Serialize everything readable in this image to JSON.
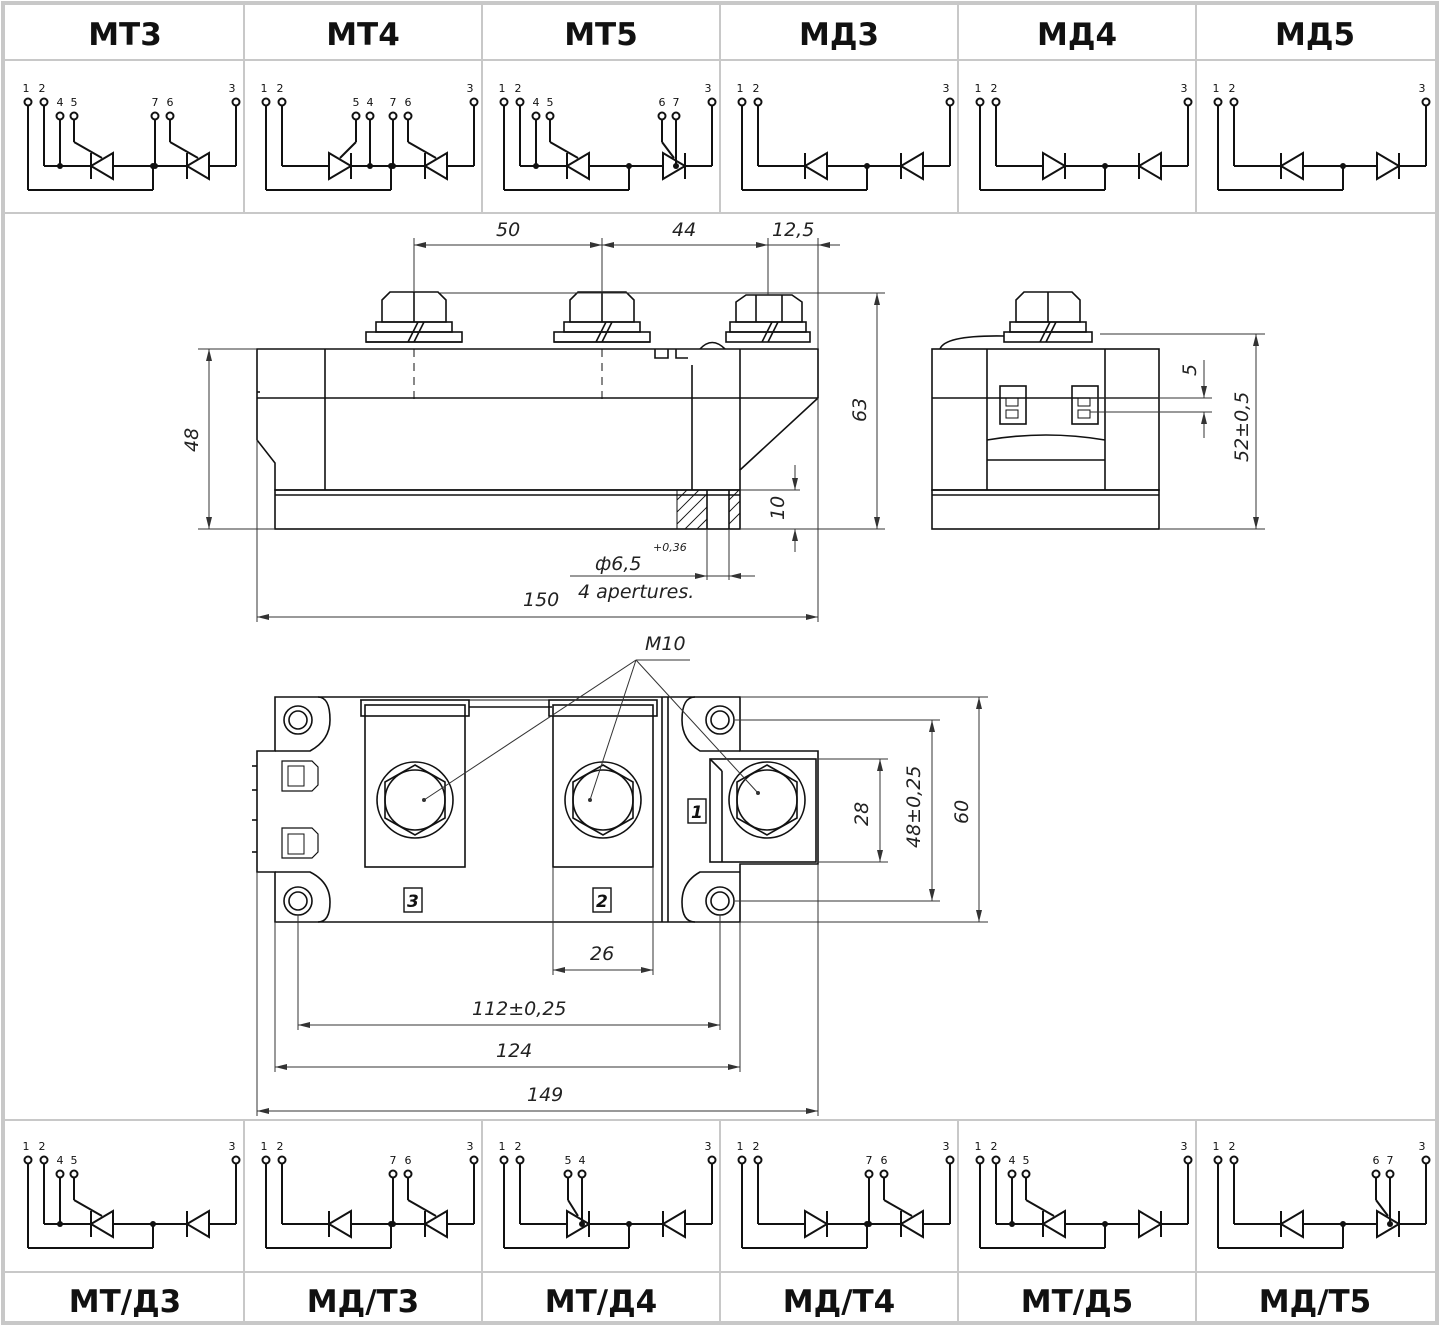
{
  "colors": {
    "frame": "#c8c8c8",
    "ink": "#111111",
    "dim_ink": "#333333"
  },
  "top_variants": [
    {
      "label": "МТ3",
      "scheme": "MT3"
    },
    {
      "label": "МТ4",
      "scheme": "MT4"
    },
    {
      "label": "МТ5",
      "scheme": "MT5"
    },
    {
      "label": "МД3",
      "scheme": "MD3"
    },
    {
      "label": "МД4",
      "scheme": "MD4"
    },
    {
      "label": "МД5",
      "scheme": "MD5"
    }
  ],
  "bottom_variants": [
    {
      "label": "МТ/Д3",
      "scheme": "MTD3"
    },
    {
      "label": "МД/Т3",
      "scheme": "MDT3"
    },
    {
      "label": "МТ/Д4",
      "scheme": "MTD4"
    },
    {
      "label": "МД/Т4",
      "scheme": "MDT4"
    },
    {
      "label": "МТ/Д5",
      "scheme": "MTD5"
    },
    {
      "label": "МД/Т5",
      "scheme": "MDT5"
    }
  ],
  "pins": {
    "p1": "1",
    "p2": "2",
    "p3": "3",
    "p4": "4",
    "p5": "5",
    "p6": "6",
    "p7": "7"
  },
  "dimensions": {
    "front": {
      "d50": "50",
      "d44": "44",
      "d12_5": "12,5",
      "d63": "63",
      "d48": "48",
      "d10": "10",
      "hole": "ф6,5",
      "hole_tol": "+0,36",
      "apertures": "4 apertures.",
      "d150": "150"
    },
    "side": {
      "d5": "5",
      "d52": "52±0,5"
    },
    "top": {
      "thread": "M10",
      "d28": "28",
      "d48t": "48±0,25",
      "d60": "60",
      "d26": "26",
      "d112": "112±0,25",
      "d124": "124",
      "d149": "149",
      "term1": "1",
      "term2": "2",
      "term3": "3"
    }
  }
}
